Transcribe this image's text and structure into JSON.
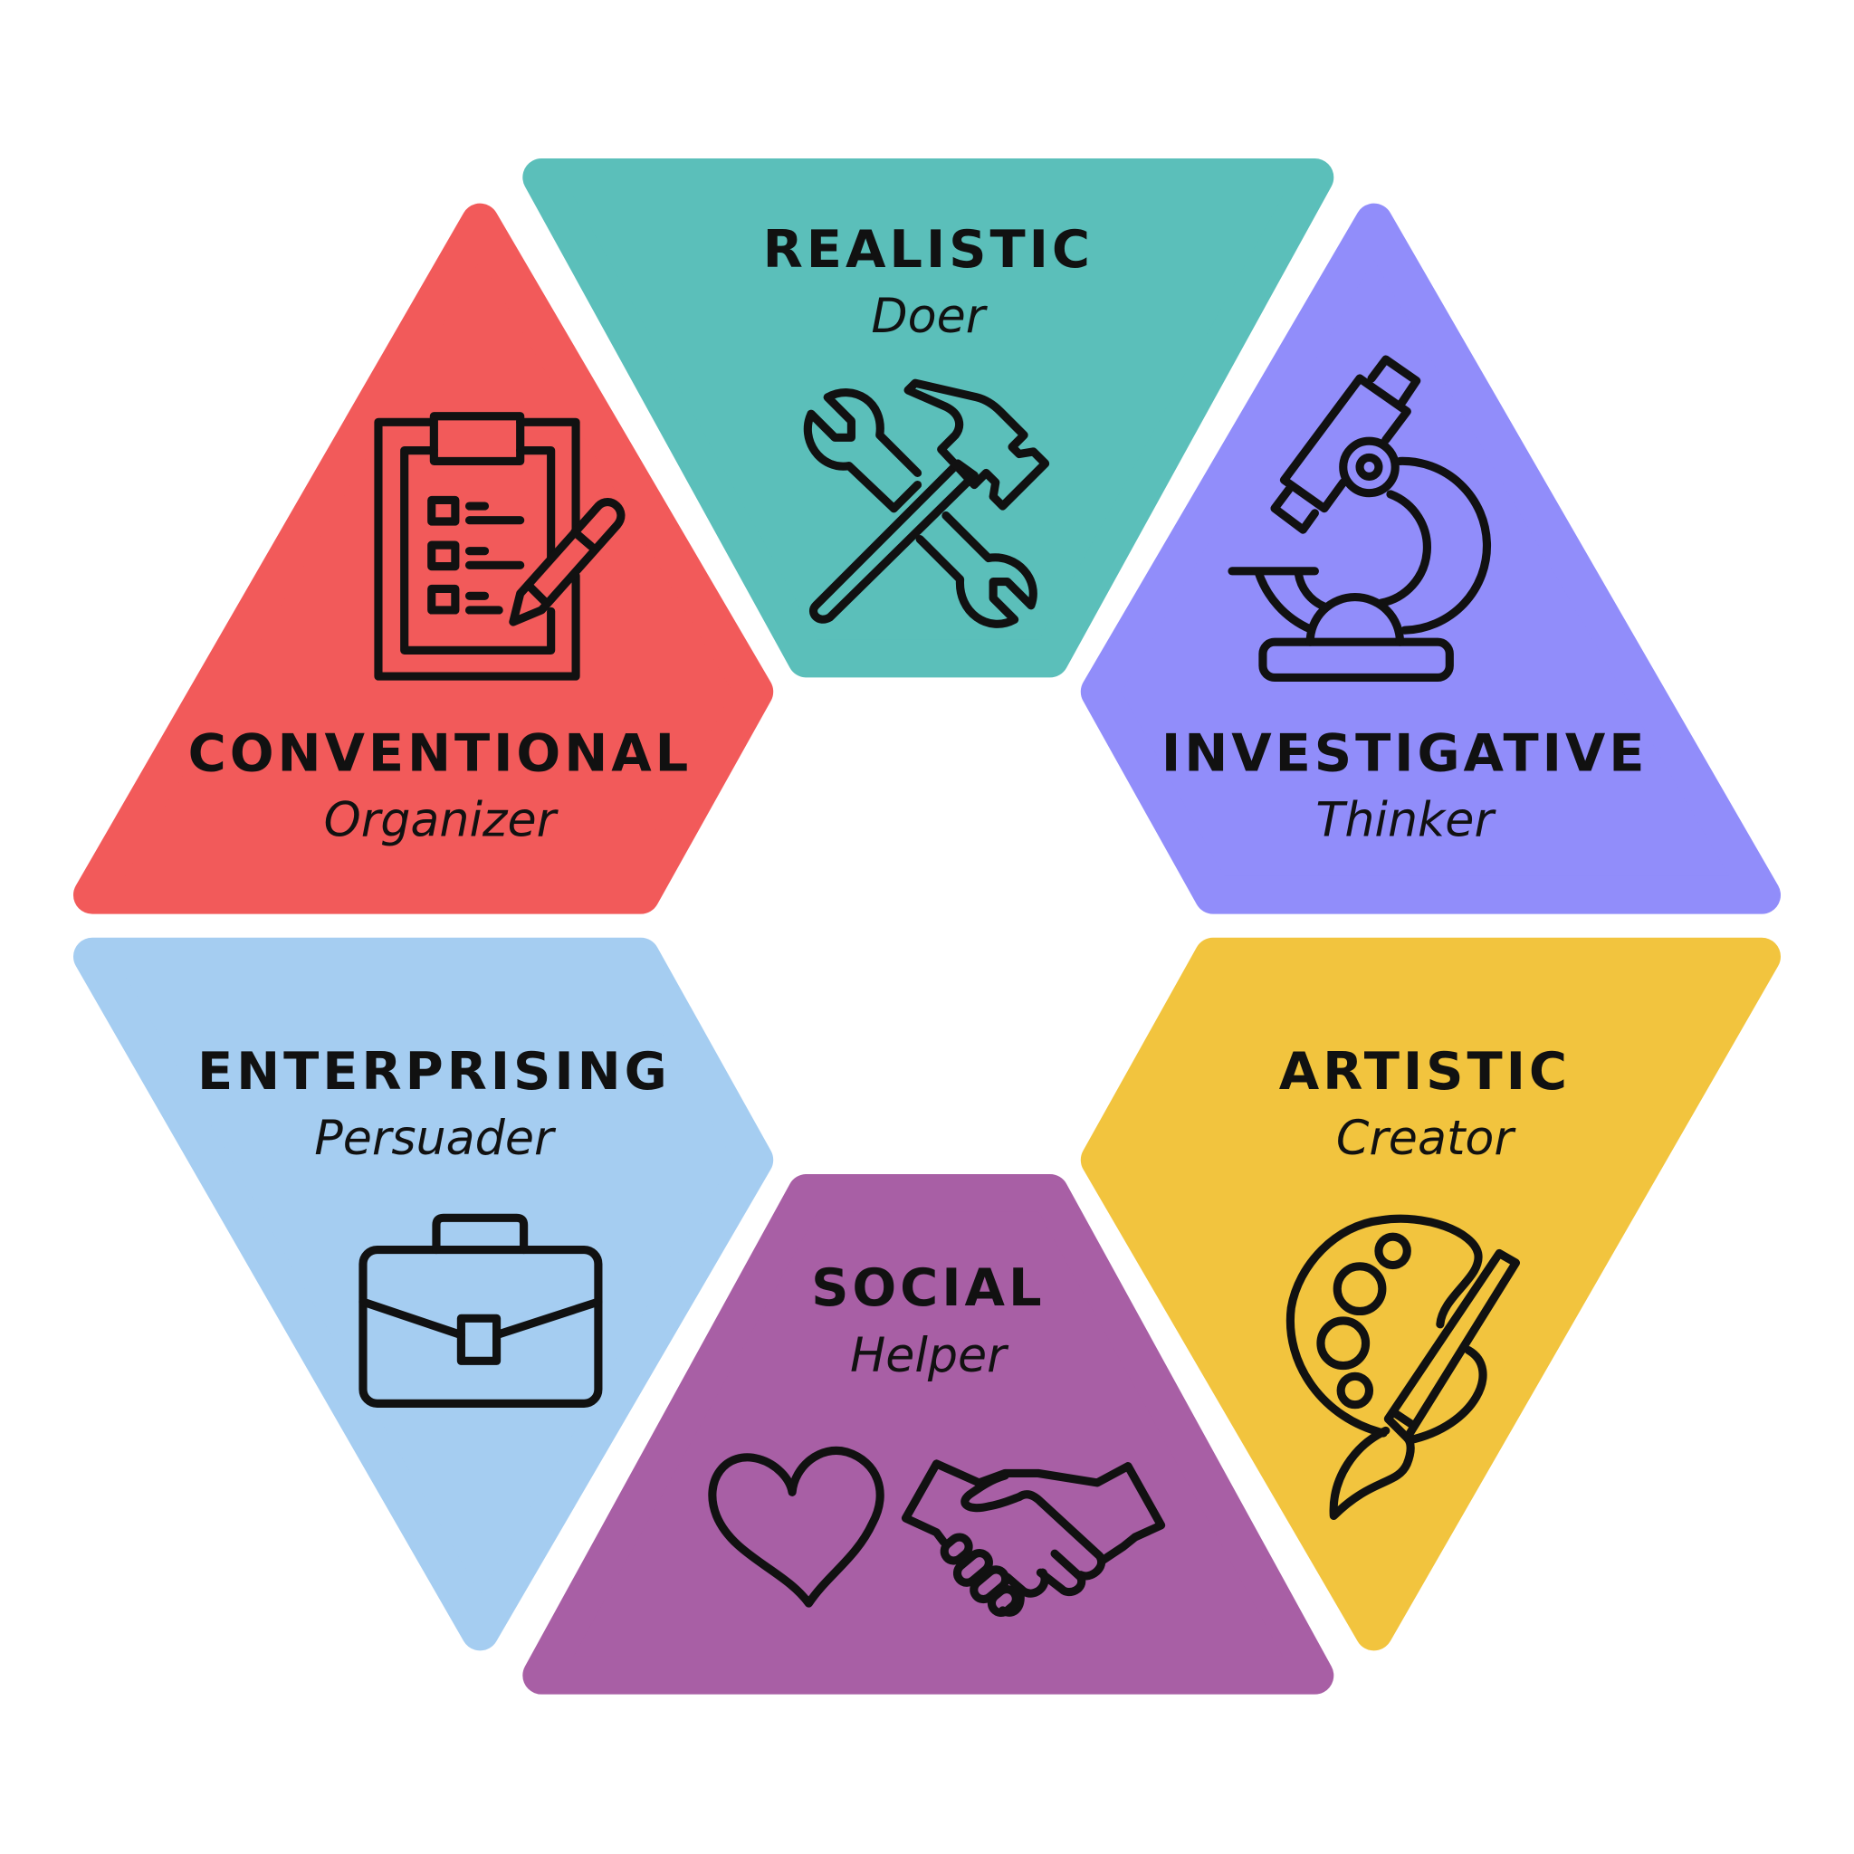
{
  "segments": [
    {
      "id": "realistic",
      "title": "REALISTIC",
      "subtitle": "Doer",
      "color": "#5BBFBA",
      "icon": "tools-icon"
    },
    {
      "id": "investigative",
      "title": "INVESTIGATIVE",
      "subtitle": "Thinker",
      "color": "#918DFA",
      "icon": "microscope-icon"
    },
    {
      "id": "artistic",
      "title": "ARTISTIC",
      "subtitle": "Creator",
      "color": "#F2C43E",
      "icon": "palette-icon"
    },
    {
      "id": "social",
      "title": "SOCIAL",
      "subtitle": "Helper",
      "color": "#A85FA5",
      "icon": "heart-handshake-icon"
    },
    {
      "id": "enterprising",
      "title": "ENTERPRISING",
      "subtitle": "Persuader",
      "color": "#A5CDF1",
      "icon": "briefcase-icon"
    },
    {
      "id": "conventional",
      "title": "CONVENTIONAL",
      "subtitle": "Organizer",
      "color": "#F25A5A",
      "icon": "clipboard-icon"
    }
  ]
}
